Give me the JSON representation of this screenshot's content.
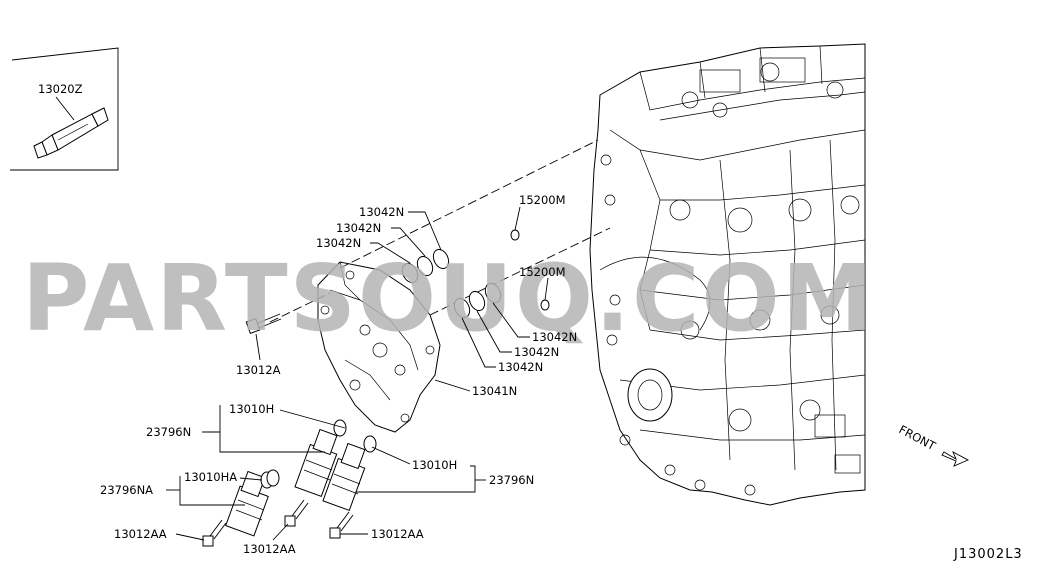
{
  "watermark": "PARTSOUQ.COM",
  "diagram_code": "J13002L3",
  "front_label": "FRONT",
  "inset": {
    "part": "13020Z"
  },
  "parts": {
    "p1": "13042N",
    "p2": "13042N",
    "p3": "13042N",
    "p4": "15200M",
    "p5": "15200M",
    "p6": "13042N",
    "p7": "13042N",
    "p8": "13042N",
    "p9": "13012A",
    "p10": "13041N",
    "p11": "13010H",
    "p12": "23796N",
    "p13": "13010H",
    "p14": "23796N",
    "p15": "13010HA",
    "p16": "23796NA",
    "p17": "13012AA",
    "p18": "13012AA",
    "p19": "13012AA"
  }
}
